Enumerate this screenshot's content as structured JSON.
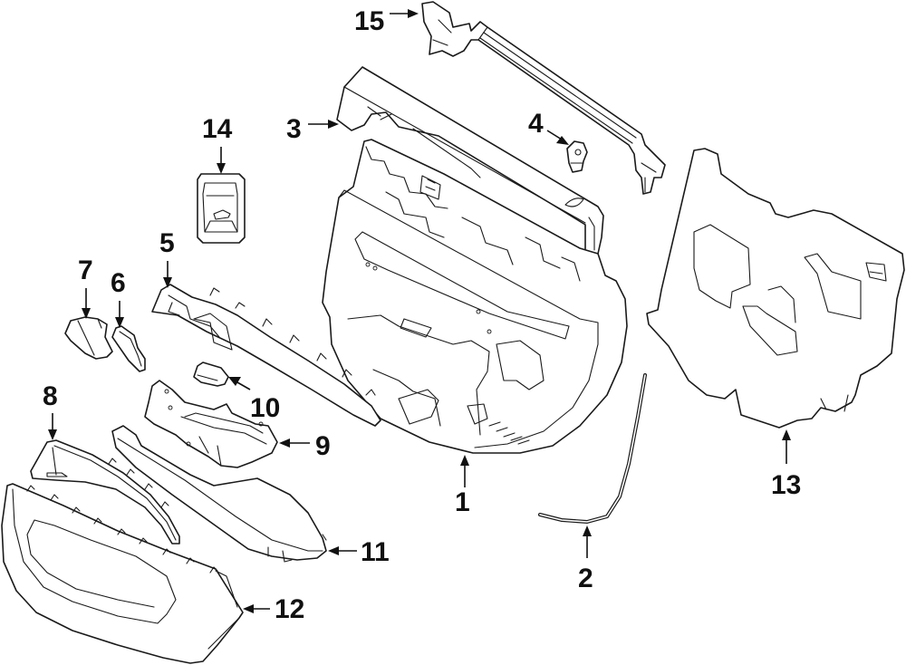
{
  "diagram": {
    "type": "exploded-parts-diagram",
    "subject": "rear door trim panel assembly",
    "colors": {
      "ink": "#111111",
      "background": "#ffffff"
    },
    "callouts": [
      {
        "id": "1",
        "label": "1",
        "part": "door-trim-panel"
      },
      {
        "id": "2",
        "label": "2",
        "part": "weatherstrip"
      },
      {
        "id": "3",
        "label": "3",
        "part": "upper-trim-panel"
      },
      {
        "id": "4",
        "label": "4",
        "part": "clip"
      },
      {
        "id": "5",
        "label": "5",
        "part": "switch-bezel-bracket"
      },
      {
        "id": "6",
        "label": "6",
        "part": "trim-insert"
      },
      {
        "id": "7",
        "label": "7",
        "part": "end-cap"
      },
      {
        "id": "8",
        "label": "8",
        "part": "trim-molding"
      },
      {
        "id": "9",
        "label": "9",
        "part": "pull-handle-bracket"
      },
      {
        "id": "10",
        "label": "10",
        "part": "handle-insert"
      },
      {
        "id": "11",
        "label": "11",
        "part": "armrest"
      },
      {
        "id": "12",
        "label": "12",
        "part": "lower-trim-panel"
      },
      {
        "id": "13",
        "label": "13",
        "part": "water-shield"
      },
      {
        "id": "14",
        "label": "14",
        "part": "window-switch"
      },
      {
        "id": "15",
        "label": "15",
        "part": "belt-molding"
      }
    ]
  }
}
